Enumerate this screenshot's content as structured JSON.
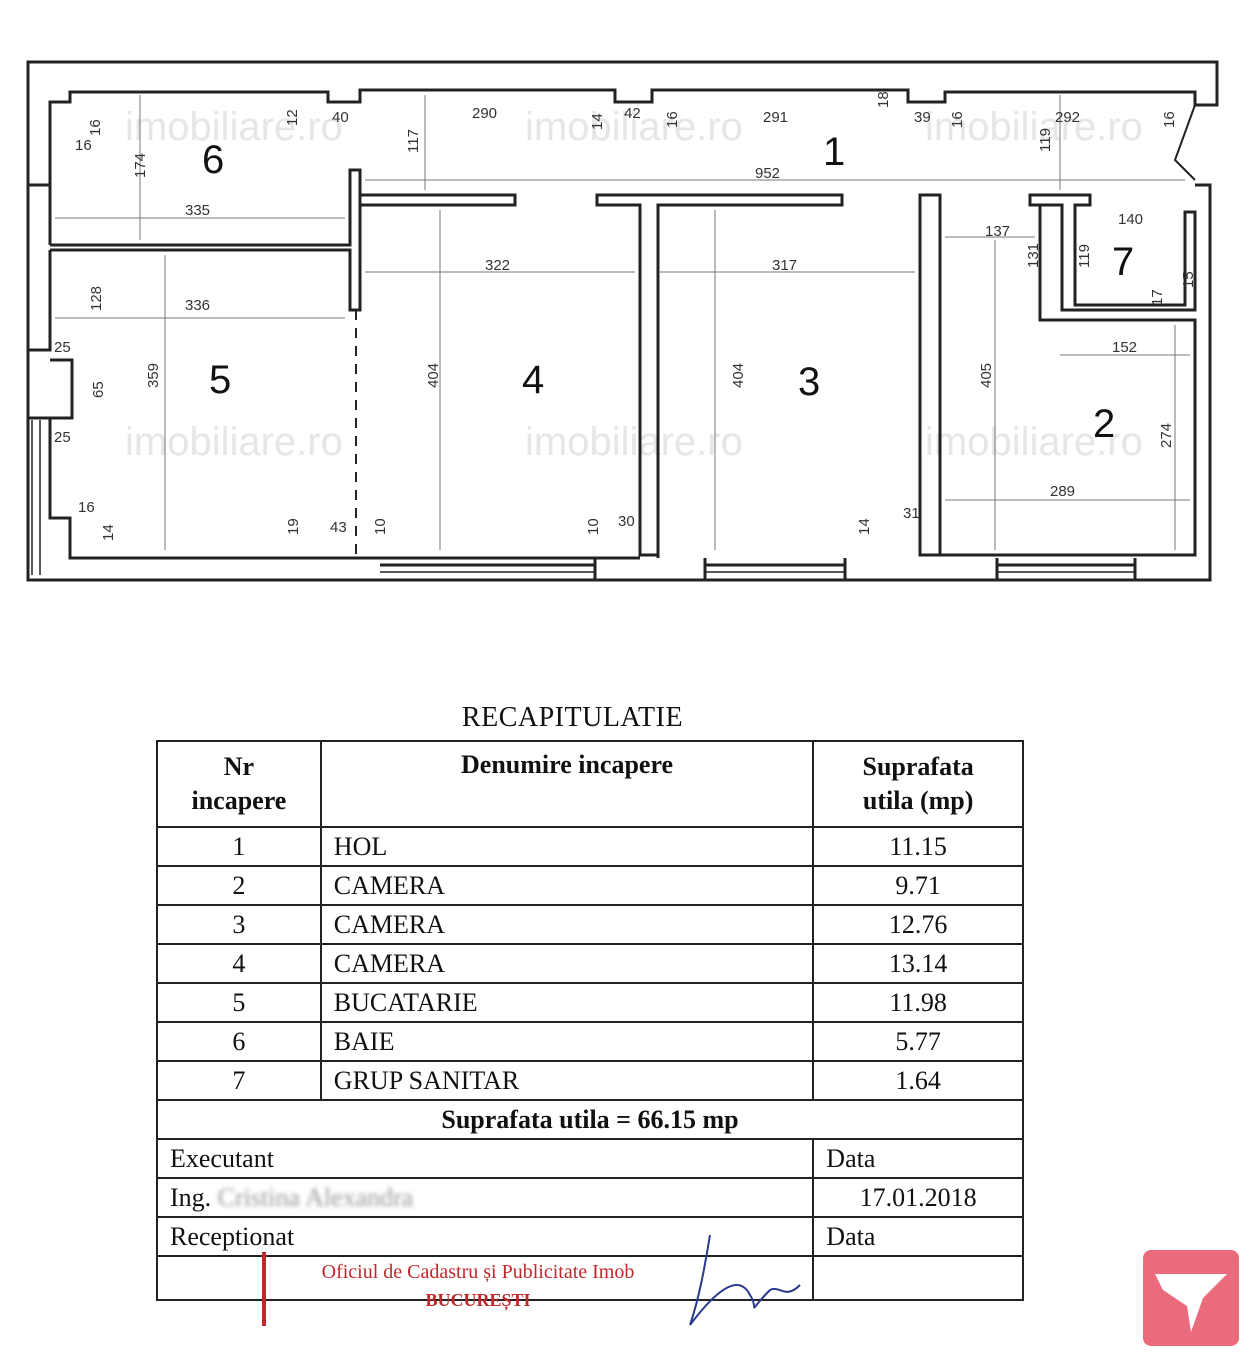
{
  "floorplan": {
    "rooms": [
      "1",
      "2",
      "3",
      "4",
      "5",
      "6",
      "7"
    ],
    "dims": [
      "16",
      "16",
      "174",
      "12",
      "40",
      "290",
      "14",
      "42",
      "16",
      "291",
      "18",
      "39",
      "16",
      "292",
      "119",
      "16",
      "952",
      "335",
      "117",
      "322",
      "317",
      "137",
      "131",
      "119",
      "140",
      "15",
      "17",
      "128",
      "336",
      "25",
      "65",
      "359",
      "25",
      "404",
      "404",
      "405",
      "152",
      "274",
      "289",
      "16",
      "14",
      "19",
      "43",
      "10",
      "10",
      "30",
      "14",
      "31"
    ],
    "watermark": "imobiliare.ro"
  },
  "recap": {
    "title": "RECAPITULATIE",
    "headers": {
      "nr_line1": "Nr",
      "nr_line2": "incapere",
      "name": "Denumire incapere",
      "area_line1": "Suprafata",
      "area_line2": "utila (mp)"
    },
    "rows": [
      {
        "nr": "1",
        "name": "HOL",
        "area": "11.15"
      },
      {
        "nr": "2",
        "name": "CAMERA",
        "area": "9.71"
      },
      {
        "nr": "3",
        "name": "CAMERA",
        "area": "12.76"
      },
      {
        "nr": "4",
        "name": "CAMERA",
        "area": "13.14"
      },
      {
        "nr": "5",
        "name": "BUCATARIE",
        "area": "11.98"
      },
      {
        "nr": "6",
        "name": "BAIE",
        "area": "5.77"
      },
      {
        "nr": "7",
        "name": "GRUP SANITAR",
        "area": "1.64"
      }
    ],
    "total": "Suprafata utila = 66.15 mp",
    "executant_label": "Executant",
    "data_label": "Data",
    "engineer": "Ing.",
    "engineer_name": "Cristina Alexandra",
    "date": "17.01.2018",
    "receptionat_label": "Receptionat",
    "data_label2": "Data"
  },
  "stamp": {
    "line1": "Oficiul de Cadastru și Publicitate Imob",
    "line2": "BUCUREȘTI"
  },
  "colors": {
    "stamp": "#c0282b",
    "logo": "#ea6c7c"
  }
}
